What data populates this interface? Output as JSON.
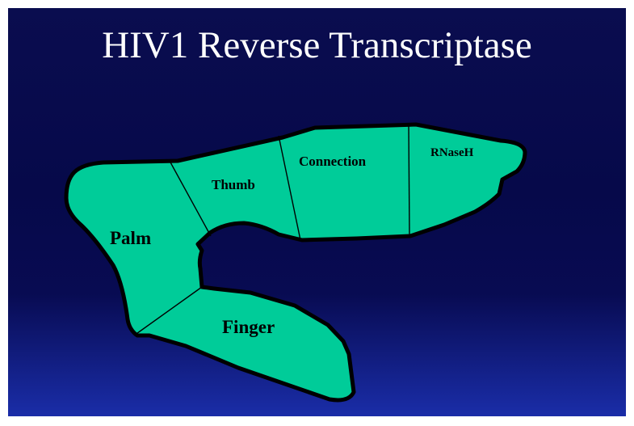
{
  "slide": {
    "title": "HIV1 Reverse Transcriptase"
  },
  "diagram": {
    "domains": [
      {
        "id": "palm",
        "label": "Palm"
      },
      {
        "id": "thumb",
        "label": "Thumb"
      },
      {
        "id": "connection",
        "label": "Connection"
      },
      {
        "id": "rnaseh",
        "label": "RNaseH"
      },
      {
        "id": "finger",
        "label": "Finger"
      }
    ],
    "colors": {
      "domain_fill": "#00cc99",
      "outline": "#000000",
      "background_top": "#0a0d4f",
      "background_bottom": "#1a2da8",
      "title_text": "#ffffff"
    }
  }
}
